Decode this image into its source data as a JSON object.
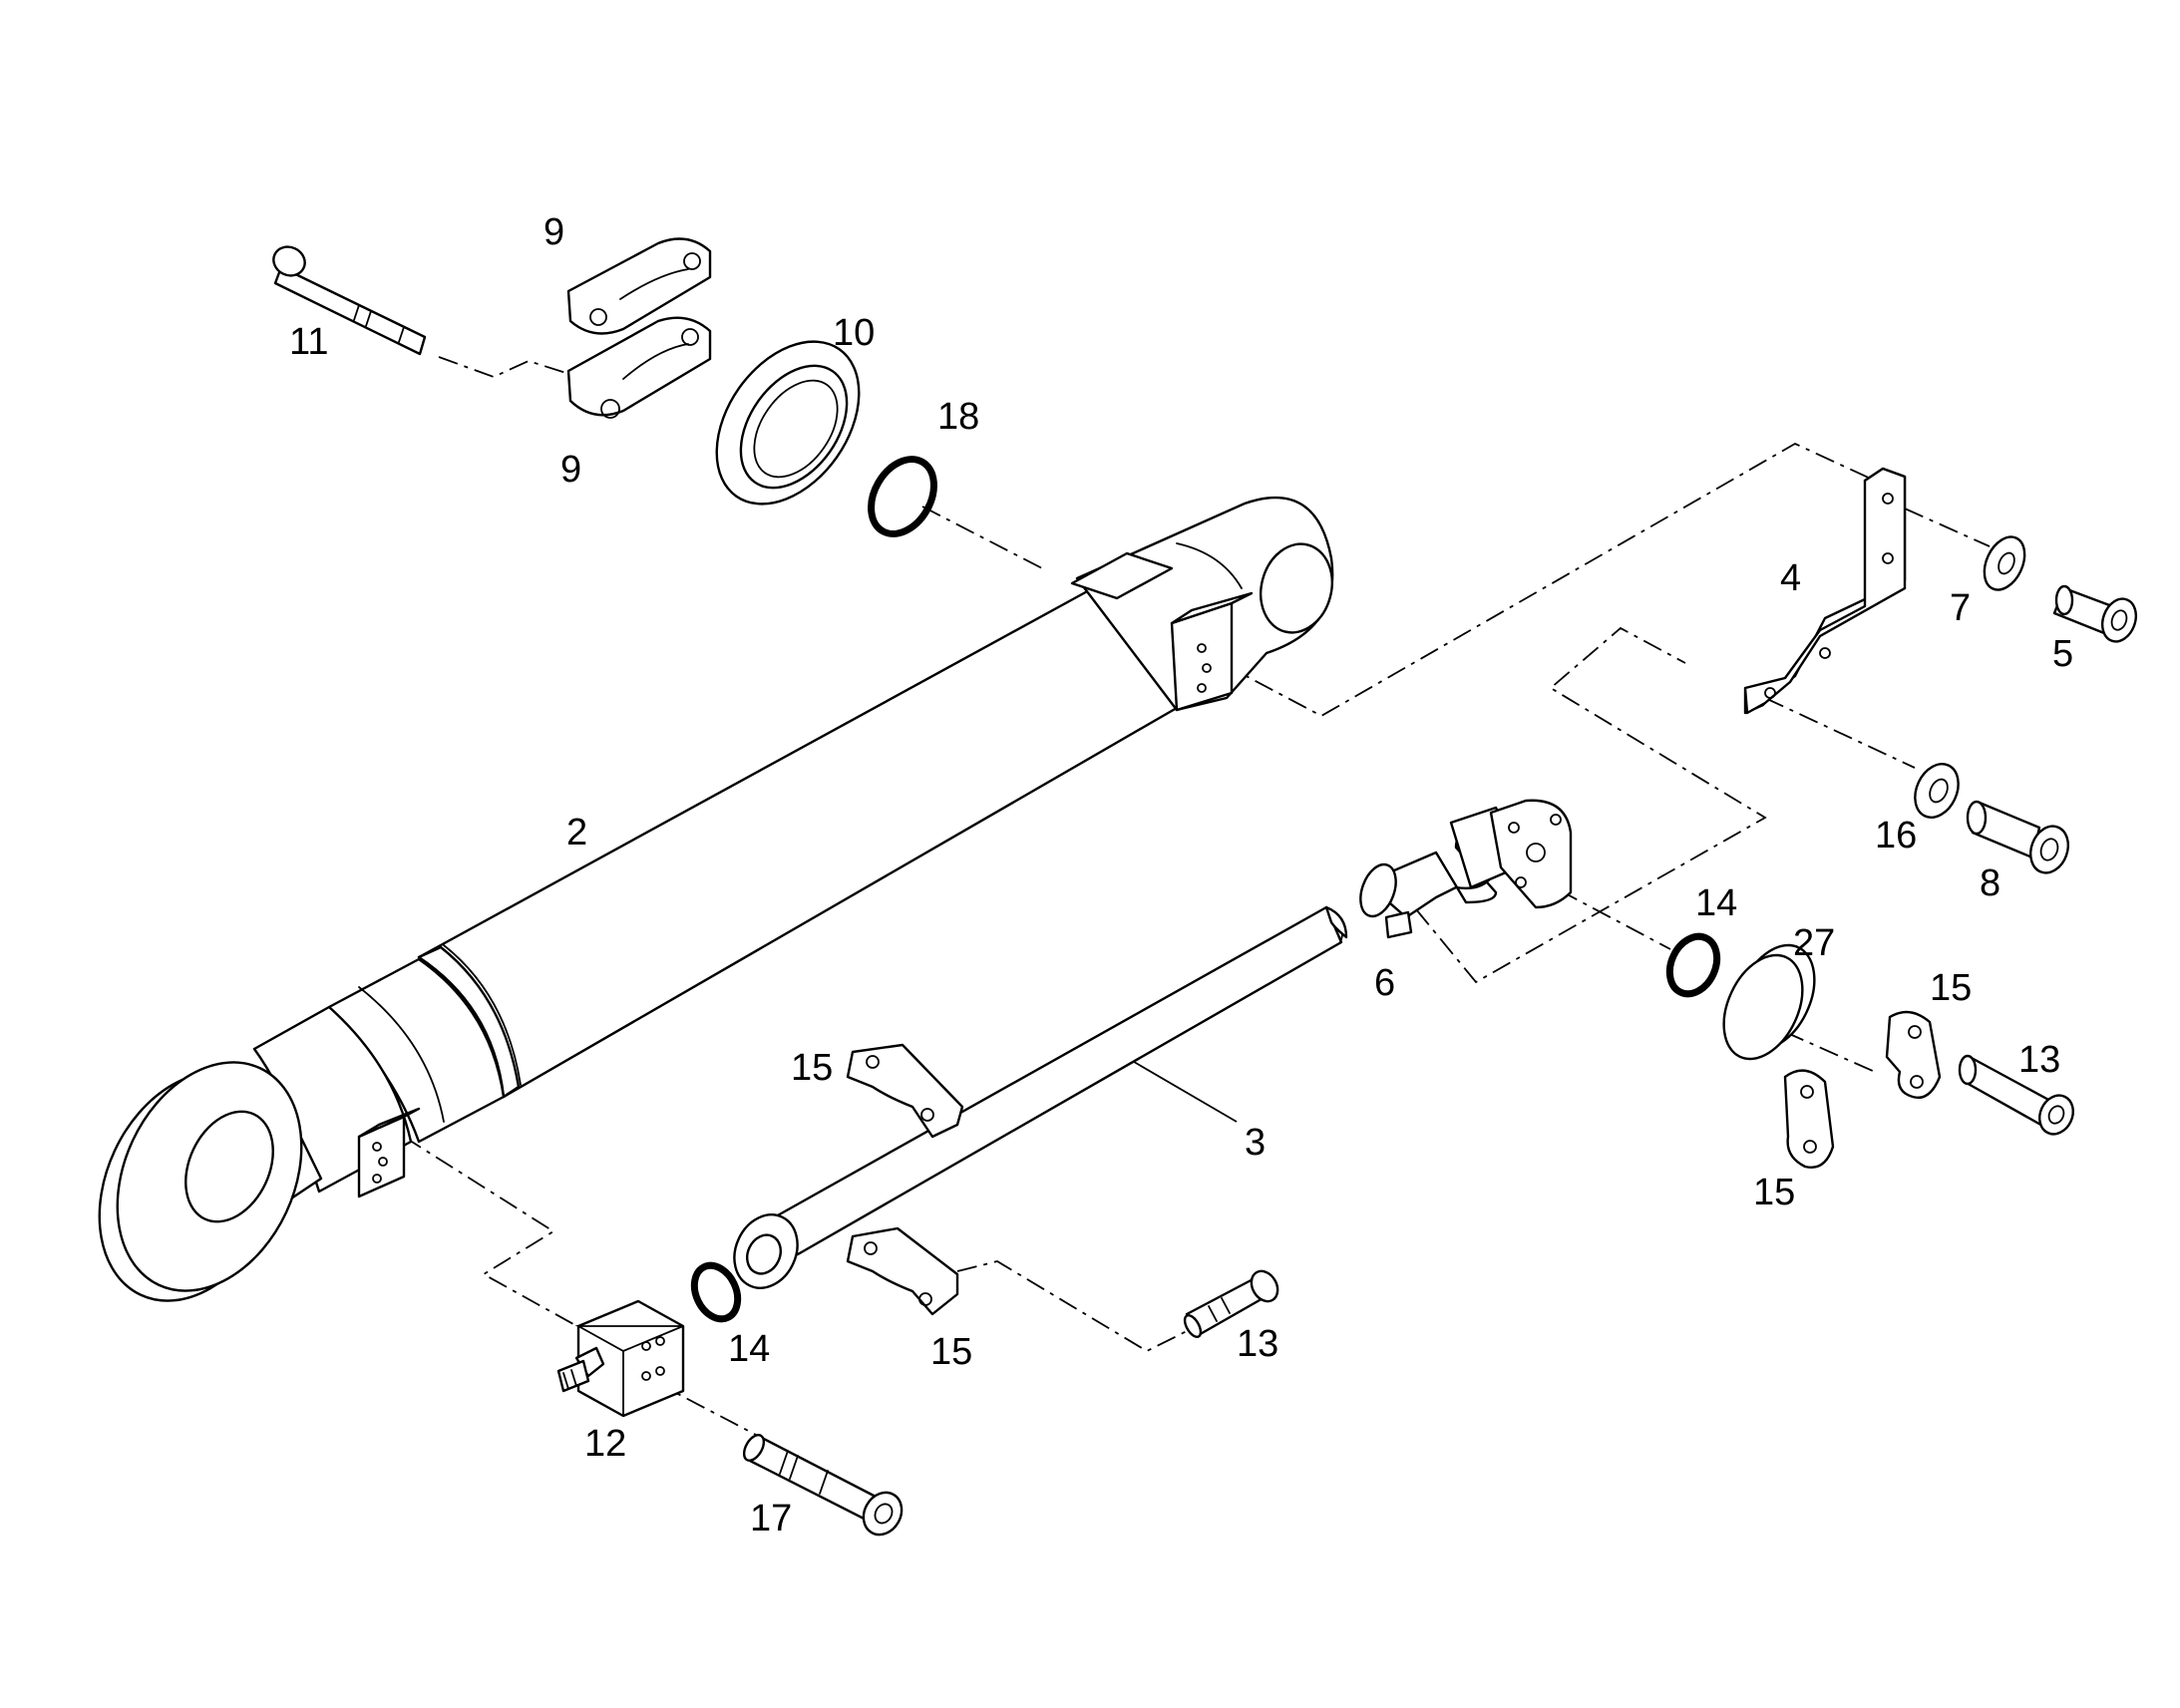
{
  "callouts": {
    "c9_top": "9",
    "c9_bottom": "9",
    "c11": "11",
    "c10": "10",
    "c18": "18",
    "c4": "4",
    "c7": "7",
    "c5": "5",
    "c16": "16",
    "c8": "8",
    "c2": "2",
    "c14_right": "14",
    "c27": "27",
    "c15_right_top": "15",
    "c6": "6",
    "c13_right": "13",
    "c15_right_bottom": "15",
    "c15_mid_top": "15",
    "c3": "3",
    "c14_left": "14",
    "c15_mid_bottom": "15",
    "c13_left": "13",
    "c12": "12",
    "c17": "17"
  }
}
